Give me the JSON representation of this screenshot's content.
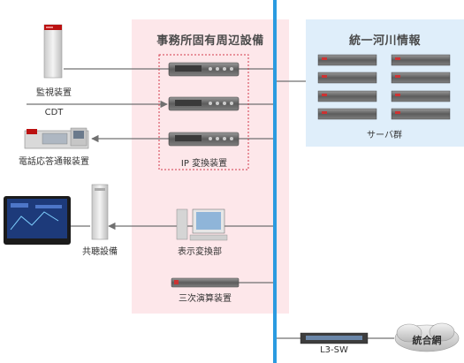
{
  "regions": {
    "office_title": "事務所固有周辺設備",
    "river_title": "統一河川情報"
  },
  "labels": {
    "monitor": "監視装置",
    "cdt": "CDT",
    "phone_alert": "電話応答通報装置",
    "ip_converter": "IP 変換装置",
    "server_group": "サーバ群",
    "shared_equipment": "共聴設備",
    "display_converter": "表示変換部",
    "tertiary_compute": "三次演算装置",
    "l3sw": "L3-SW",
    "integrated_network": "統合網"
  },
  "colors": {
    "office_bg": "#fde7ea",
    "river_bg": "#dfeefa",
    "backbone": "#2a9be0",
    "line": "#707070",
    "dotted_box": "#d23b4c"
  }
}
